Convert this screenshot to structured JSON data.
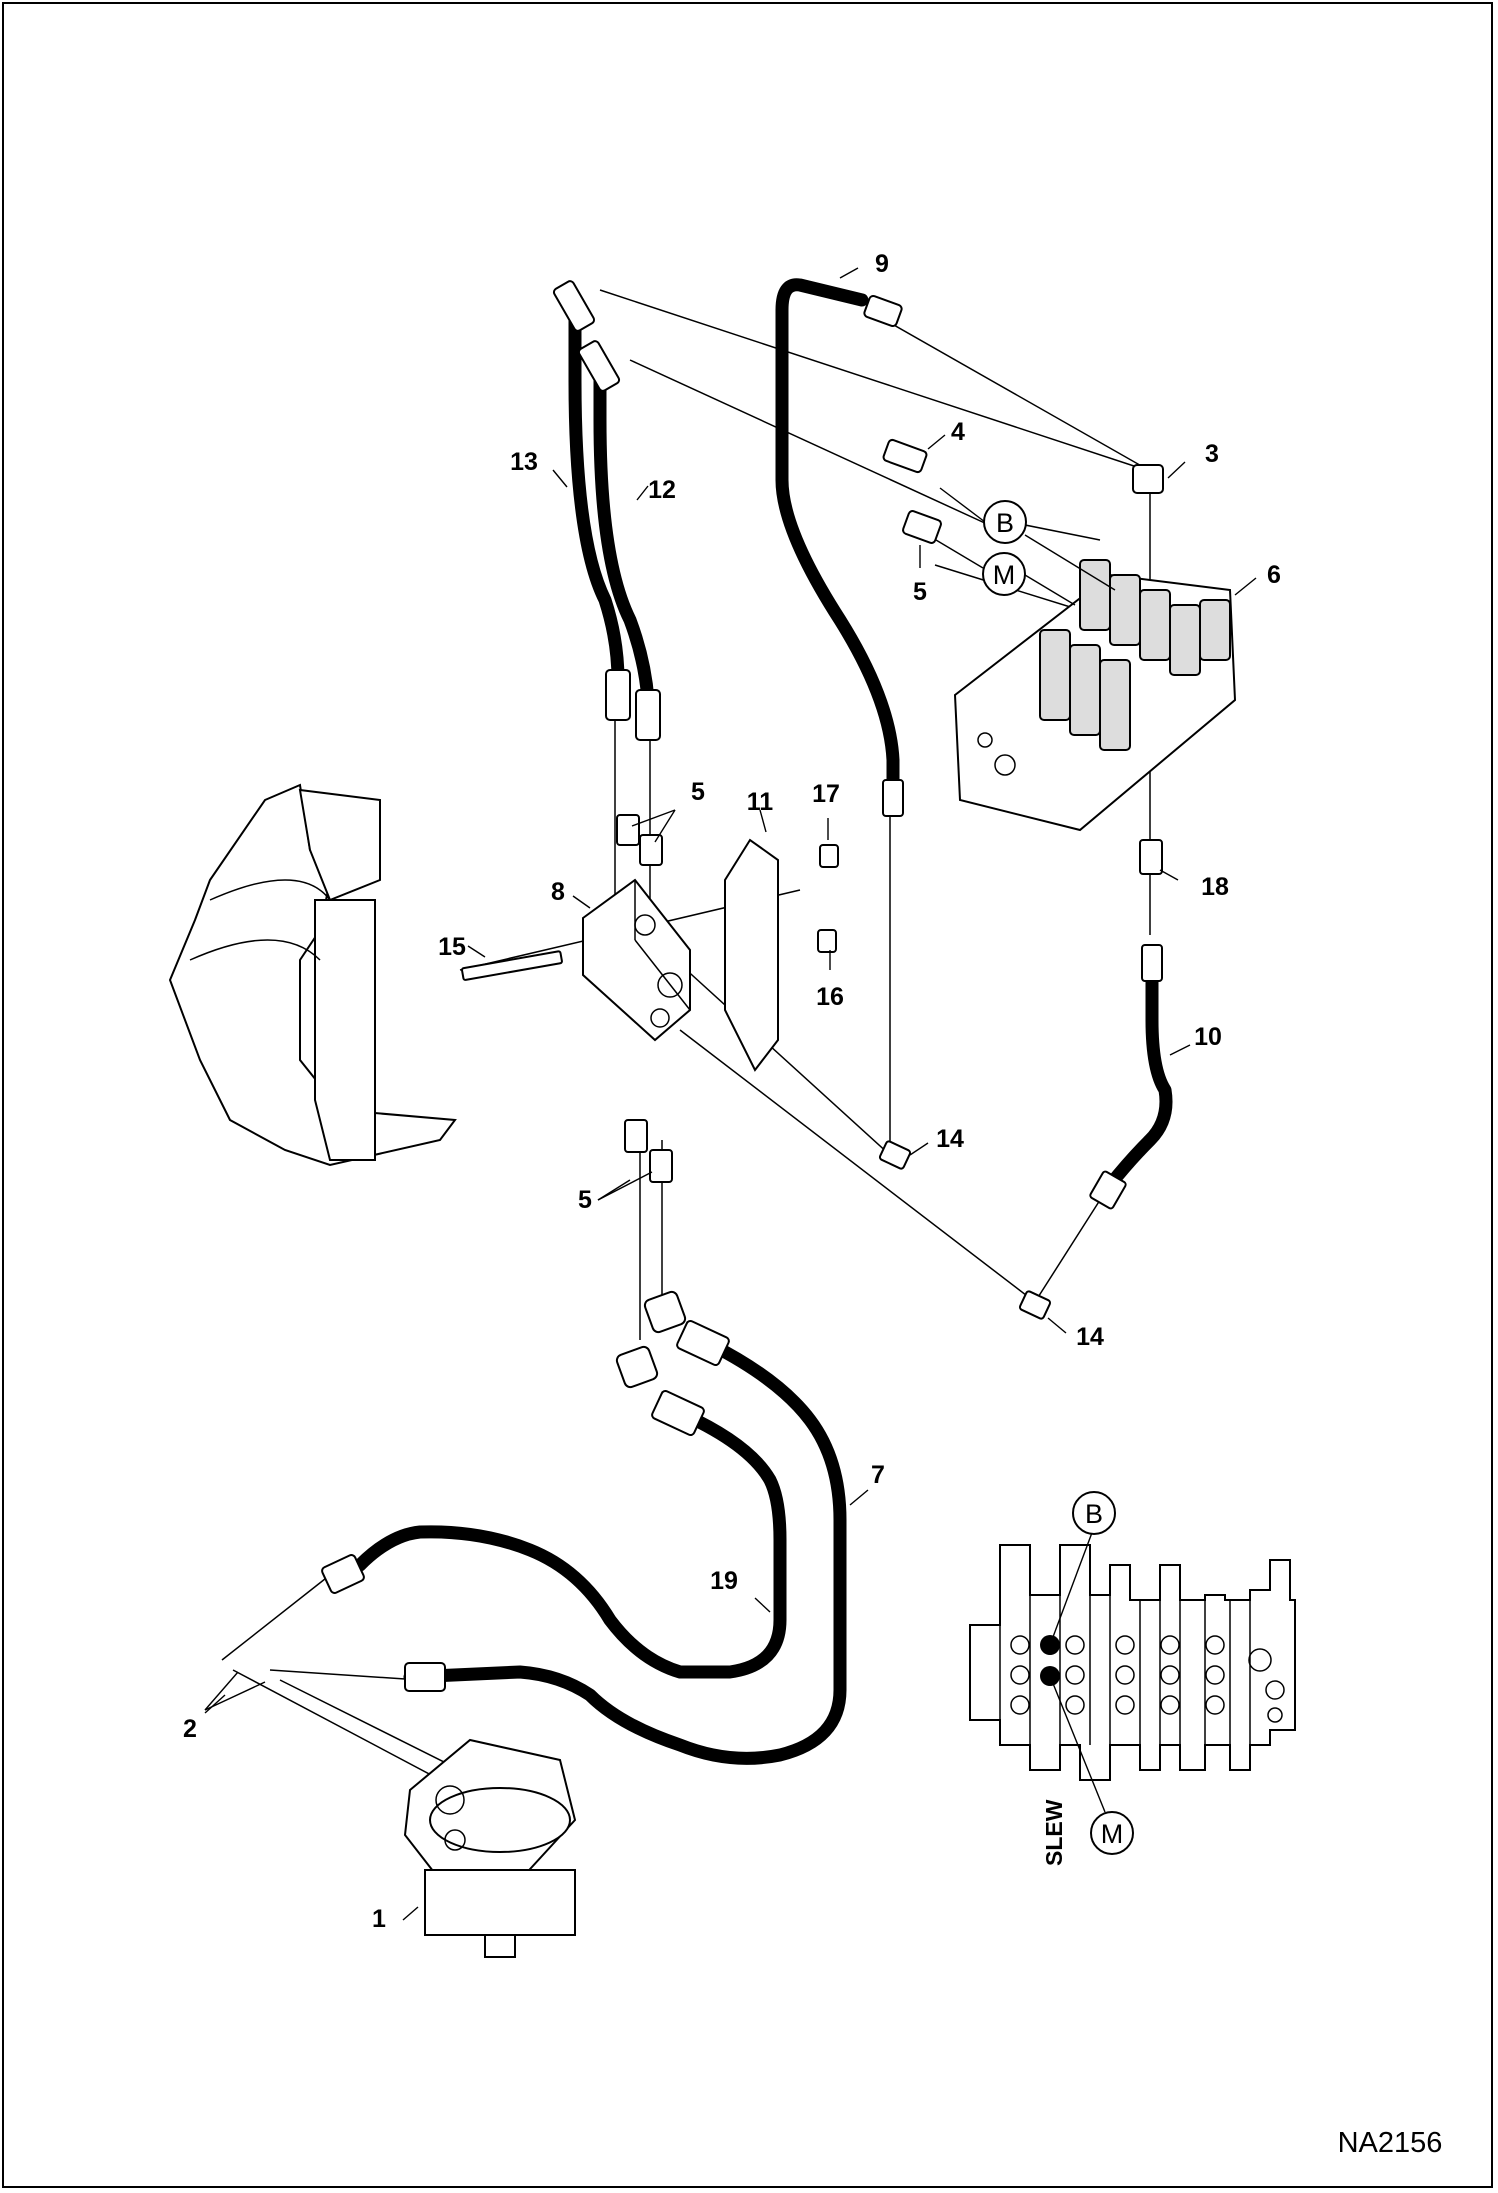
{
  "diagram": {
    "drawing_number": "NA2156",
    "callouts": [
      "1",
      "2",
      "3",
      "4",
      "5",
      "5",
      "5",
      "6",
      "7",
      "8",
      "9",
      "10",
      "11",
      "12",
      "13",
      "14",
      "14",
      "15",
      "16",
      "17",
      "18",
      "19"
    ],
    "bubbles": {
      "b_label": "B",
      "m_label": "M"
    },
    "inset": {
      "section_label": "SLEW",
      "b_label": "B",
      "m_label": "M"
    }
  }
}
